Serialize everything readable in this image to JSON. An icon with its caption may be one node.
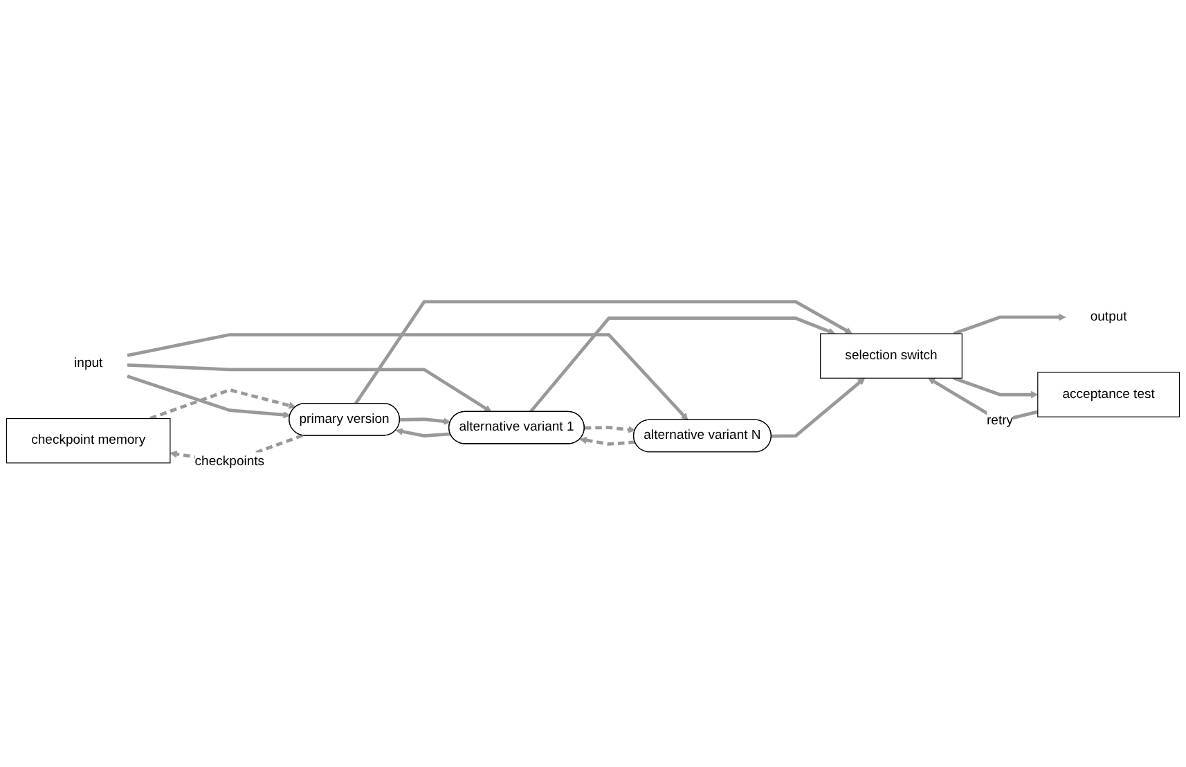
{
  "diagram": {
    "nodes": [
      {
        "text": [
          "checkpoint memory"
        ]
      },
      {
        "text": [
          "primary version"
        ]
      },
      {
        "text": [
          "alternative variant 1"
        ]
      },
      {
        "text": [
          "alternative variant N"
        ]
      },
      {
        "text": [
          "selection switch"
        ]
      },
      {
        "text": [
          "acceptance test"
        ]
      },
      {
        "text": [
          "input"
        ]
      },
      {
        "text": [
          "output"
        ]
      }
    ],
    "edges": [
      {
        "from": 1,
        "to": 0,
        "arrow": "to",
        "style": "dashed",
        "label": "checkpoints"
      },
      {
        "from": 0,
        "to": 1,
        "arrow": "to",
        "style": "dashed"
      },
      {
        "from": 6,
        "to": 1,
        "arrow": "to"
      },
      {
        "from": 6,
        "to": 2,
        "arrow": "to"
      },
      {
        "from": 6,
        "to": 3,
        "arrow": "to"
      },
      {
        "from": 2,
        "to": 1,
        "arrow": "to"
      },
      {
        "from": 1,
        "to": 2,
        "arrow": "to"
      },
      {
        "from": 3,
        "to": 2,
        "arrow": "to",
        "style": "dashed"
      },
      {
        "from": 2,
        "to": 3,
        "arrow": "to",
        "style": "dashed"
      },
      {
        "from": 1,
        "to": 4,
        "arrow": "to"
      },
      {
        "from": 2,
        "to": 4,
        "arrow": "to"
      },
      {
        "from": 3,
        "to": 4,
        "arrow": "to"
      },
      {
        "from": 4,
        "to": 7,
        "arrow": "to"
      },
      {
        "from": 4,
        "to": 5,
        "arrow": "to"
      },
      {
        "from": 5,
        "to": 4,
        "arrow": "to",
        "label": "retry"
      }
    ]
  }
}
